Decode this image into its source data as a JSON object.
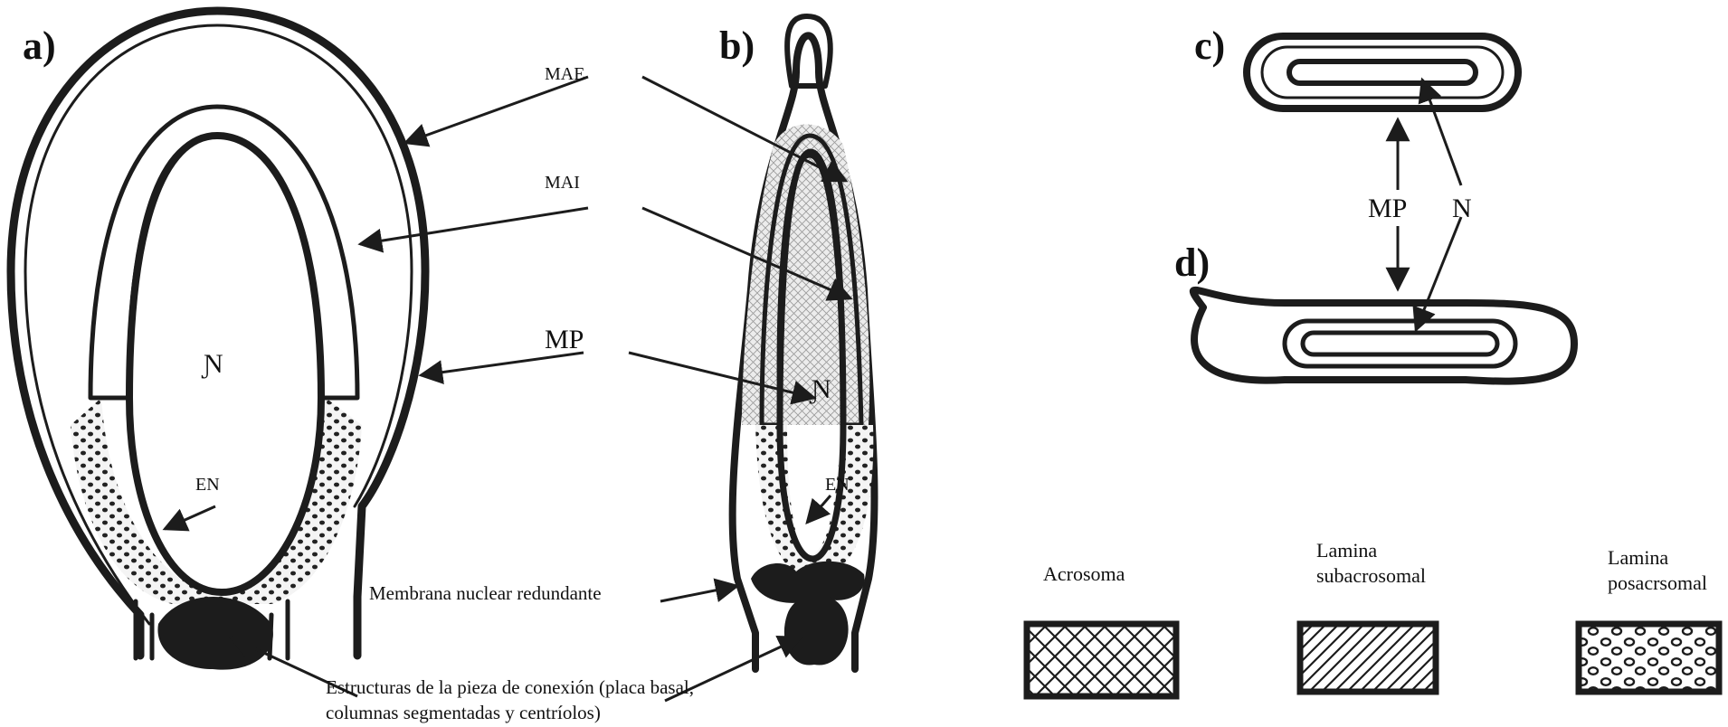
{
  "panels": {
    "a": "a)",
    "b": "b)",
    "c": "c)",
    "d": "d)"
  },
  "labels": {
    "mae": "MAE",
    "mai": "MAI",
    "mp_ab": "MP",
    "mp_cd": "MP",
    "n": "N",
    "en_a": "EN",
    "en_b": "EN",
    "nucleus_a": "Ɲ",
    "nucleus_b": "Ɲ"
  },
  "captions": {
    "membrana": "Membrana  nuclear redundante",
    "estructuras_line1": "Estructuras de la pieza de conexión (placa basal,",
    "estructuras_line2": "columnas segmentadas y centríolos)"
  },
  "legend": {
    "acrosoma": "Acrosoma",
    "subacrosomal_line1": "Lamina",
    "subacrosomal_line2": "subacrosomal",
    "posacrosomal_line1": "Lamina",
    "posacrosomal_line2": "posacrsomal"
  }
}
